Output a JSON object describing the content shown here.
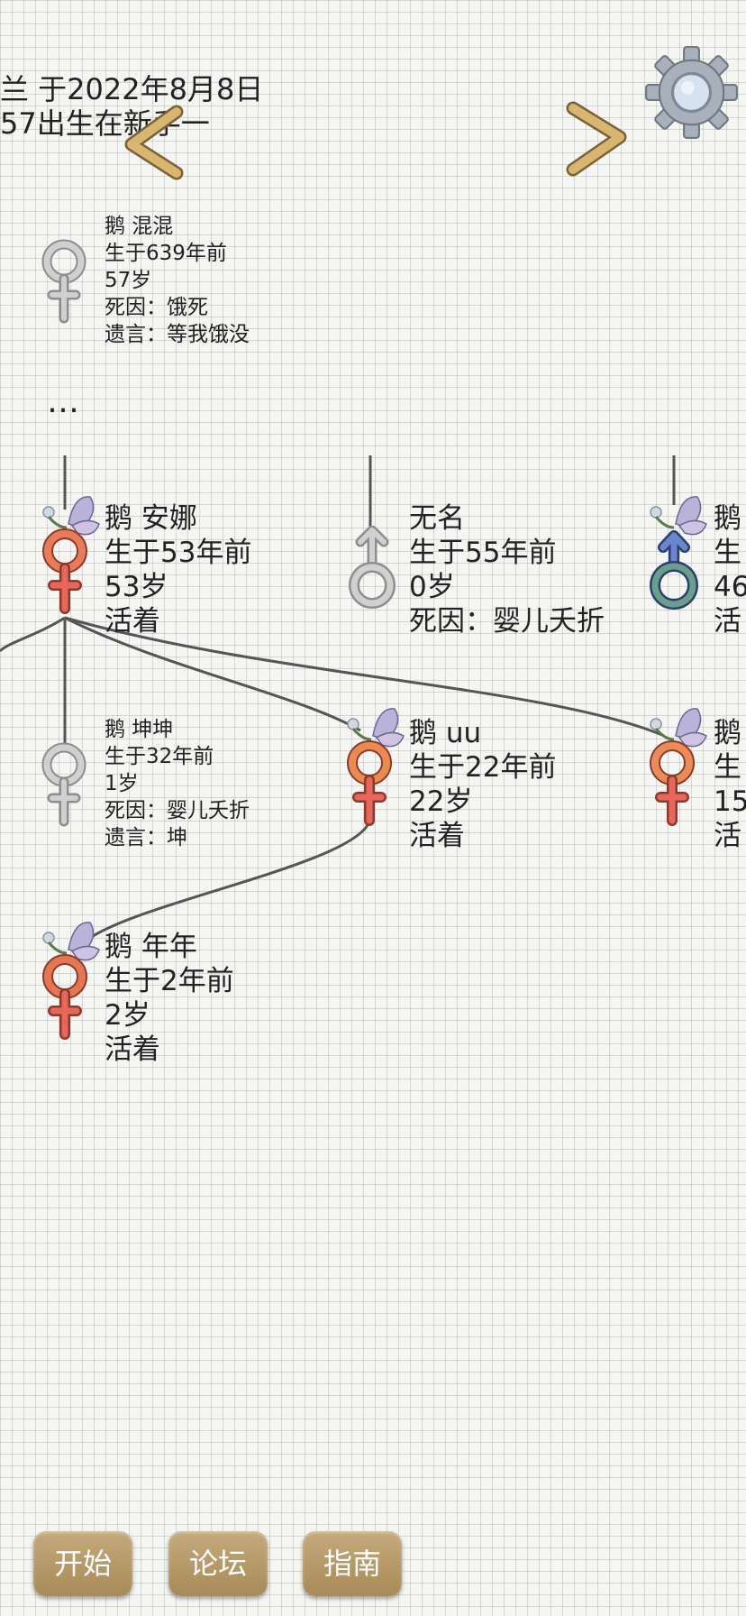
{
  "header": {
    "line1": "兰 于2022年8月8日",
    "line2": "57出生在新手一"
  },
  "icons": {
    "prev": "chevron-left-icon",
    "next": "chevron-right-icon",
    "settings": "gear-icon"
  },
  "ancestor": {
    "name": "鹅 混混",
    "born": "生于639年前",
    "age": "57岁",
    "death": "死因：饿死",
    "last_words": "遗言：等我饿没"
  },
  "ellipsis": "…",
  "gen1": [
    {
      "name": "鹅 安娜",
      "born": "生于53年前",
      "age": "53岁",
      "status": "活着"
    },
    {
      "name": "无名",
      "born": "生于55年前",
      "age": "0岁",
      "status": "死因：婴儿夭折"
    },
    {
      "name": "鹅",
      "born": "生",
      "age": "46",
      "status": "活"
    }
  ],
  "gen2": [
    {
      "name": "鹅 坤坤",
      "born": "生于32年前",
      "age": "1岁",
      "death": "死因：婴儿夭折",
      "last_words": "遗言：坤"
    },
    {
      "name": "鹅 uu",
      "born": "生于22年前",
      "age": "22岁",
      "status": "活着"
    },
    {
      "name": "鹅",
      "born": "生",
      "age": "15",
      "status": "活"
    }
  ],
  "gen3": [
    {
      "name": "鹅 年年",
      "born": "生于2年前",
      "age": "2岁",
      "status": "活着"
    }
  ],
  "buttons": {
    "start": "开始",
    "forum": "论坛",
    "guide": "指南"
  },
  "colors": {
    "button": "#b79b69",
    "female_alive": "#e06a4a",
    "male_alive": "#5a84c8",
    "dead": "#bdbdbd"
  }
}
